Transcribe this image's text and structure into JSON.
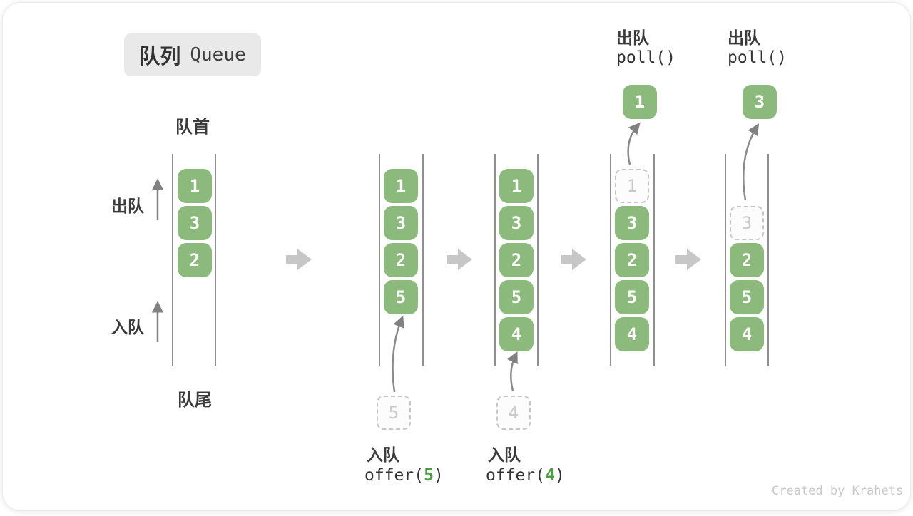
{
  "badge": {
    "zh": "队列",
    "en": "Queue"
  },
  "labels": {
    "front": "队首",
    "rear": "队尾",
    "dequeue": "出队",
    "enqueue": "入队"
  },
  "operations": {
    "enqueue_5": {
      "action": "入队",
      "code_fn": "offer(",
      "code_arg": "5",
      "code_close": ")"
    },
    "enqueue_4": {
      "action": "入队",
      "code_fn": "offer(",
      "code_arg": "4",
      "code_close": ")"
    },
    "poll_1": {
      "action": "出队",
      "code": "poll()",
      "removed_value": "1"
    },
    "poll_3": {
      "action": "出队",
      "code": "poll()",
      "removed_value": "3"
    }
  },
  "queues": [
    {
      "state": "initial",
      "boxes": [
        {
          "value": "1"
        },
        {
          "value": "3"
        },
        {
          "value": "2"
        }
      ]
    },
    {
      "state": "after-offer-5",
      "boxes": [
        {
          "value": "1"
        },
        {
          "value": "3"
        },
        {
          "value": "2"
        },
        {
          "value": "5"
        }
      ],
      "staged_value": "5"
    },
    {
      "state": "after-offer-4",
      "boxes": [
        {
          "value": "1"
        },
        {
          "value": "3"
        },
        {
          "value": "2"
        },
        {
          "value": "5"
        },
        {
          "value": "4"
        }
      ],
      "staged_value": "4"
    },
    {
      "state": "polling-1",
      "ghost_value": "1",
      "boxes": [
        {
          "value": "3"
        },
        {
          "value": "2"
        },
        {
          "value": "5"
        },
        {
          "value": "4"
        }
      ]
    },
    {
      "state": "polling-3",
      "ghost_value": "3",
      "boxes": [
        {
          "value": "2"
        },
        {
          "value": "5"
        },
        {
          "value": "4"
        }
      ]
    }
  ],
  "icons": {
    "flow_arrow": "right-block-arrow",
    "direction_arrow": "up-arrow",
    "move_arrow": "curved-up-arrow"
  },
  "colors": {
    "box_green": "#8bba7c",
    "code_arg_green": "#4f9d44",
    "flow_arrow_gray": "#c7c7c7",
    "wall_gray": "#6b6b6b",
    "curve_arrow_gray": "#8a8a8a",
    "dashed_gray": "#c6c6c6",
    "badge_bg": "#e9e9e9",
    "text_dark": "#3b3b3b",
    "watermark_gray": "#c9c9c9"
  },
  "watermark": "Created by Krahets"
}
